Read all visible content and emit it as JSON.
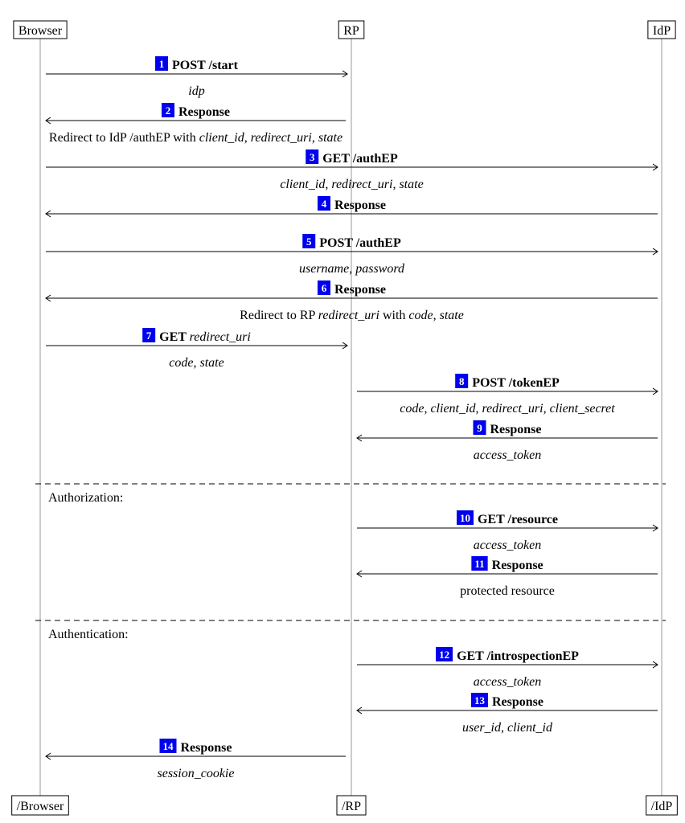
{
  "participants_top": [
    {
      "id": "browser",
      "label": "Browser"
    },
    {
      "id": "rp",
      "label": "RP"
    },
    {
      "id": "idp",
      "label": "IdP"
    }
  ],
  "participants_bottom": [
    {
      "id": "browser",
      "label": "/Browser"
    },
    {
      "id": "rp",
      "label": "/RP"
    },
    {
      "id": "idp",
      "label": "/IdP"
    }
  ],
  "sections": [
    {
      "label": "Authorization:"
    },
    {
      "label": "Authentication:"
    }
  ],
  "messages": [
    {
      "num": "1",
      "title": [
        {
          "t": "POST /start",
          "s": "b"
        }
      ],
      "from": "browser",
      "to": "rp",
      "sub": [
        {
          "t": "idp",
          "i": true
        }
      ]
    },
    {
      "num": "2",
      "title": [
        {
          "t": "Response",
          "s": "b"
        }
      ],
      "from": "rp",
      "to": "browser",
      "sub": [
        {
          "t": "Redirect to IdP /authEP with "
        },
        {
          "t": "client_id",
          "i": true
        },
        {
          "t": ", "
        },
        {
          "t": "redirect_uri",
          "i": true
        },
        {
          "t": ", "
        },
        {
          "t": "state",
          "i": true
        }
      ]
    },
    {
      "num": "3",
      "title": [
        {
          "t": "GET /authEP",
          "s": "b"
        }
      ],
      "from": "browser",
      "to": "idp",
      "sub": [
        {
          "t": "client_id",
          "i": true
        },
        {
          "t": ", "
        },
        {
          "t": "redirect_uri",
          "i": true
        },
        {
          "t": ", "
        },
        {
          "t": "state",
          "i": true
        }
      ]
    },
    {
      "num": "4",
      "title": [
        {
          "t": "Response",
          "s": "b"
        }
      ],
      "from": "idp",
      "to": "browser",
      "sub": []
    },
    {
      "num": "5",
      "title": [
        {
          "t": "POST /authEP",
          "s": "b"
        }
      ],
      "from": "browser",
      "to": "idp",
      "sub": [
        {
          "t": "username",
          "i": true
        },
        {
          "t": ", "
        },
        {
          "t": "password",
          "i": true
        }
      ]
    },
    {
      "num": "6",
      "title": [
        {
          "t": "Response",
          "s": "b"
        }
      ],
      "from": "idp",
      "to": "browser",
      "sub": [
        {
          "t": "Redirect to RP "
        },
        {
          "t": "redirect_uri",
          "i": true
        },
        {
          "t": " with "
        },
        {
          "t": "code",
          "i": true
        },
        {
          "t": ", "
        },
        {
          "t": "state",
          "i": true
        }
      ]
    },
    {
      "num": "7",
      "title": [
        {
          "t": "GET ",
          "s": "b"
        },
        {
          "t": "redirect_uri",
          "s": "i"
        }
      ],
      "from": "browser",
      "to": "rp",
      "sub": [
        {
          "t": "code",
          "i": true
        },
        {
          "t": ", "
        },
        {
          "t": "state",
          "i": true
        }
      ]
    },
    {
      "num": "8",
      "title": [
        {
          "t": "POST /tokenEP",
          "s": "b"
        }
      ],
      "from": "rp",
      "to": "idp",
      "sub": [
        {
          "t": "code",
          "i": true
        },
        {
          "t": ", "
        },
        {
          "t": "client_id",
          "i": true
        },
        {
          "t": ", "
        },
        {
          "t": "redirect_uri",
          "i": true
        },
        {
          "t": ", "
        },
        {
          "t": "client_secret",
          "i": true
        }
      ]
    },
    {
      "num": "9",
      "title": [
        {
          "t": "Response",
          "s": "b"
        }
      ],
      "from": "idp",
      "to": "rp",
      "sub": [
        {
          "t": "access_token",
          "i": true
        }
      ]
    },
    {
      "num": "10",
      "title": [
        {
          "t": "GET /resource",
          "s": "b"
        }
      ],
      "from": "rp",
      "to": "idp",
      "sub": [
        {
          "t": "access_token",
          "i": true
        }
      ]
    },
    {
      "num": "11",
      "title": [
        {
          "t": "Response",
          "s": "b"
        }
      ],
      "from": "idp",
      "to": "rp",
      "sub": [
        {
          "t": "protected resource"
        }
      ]
    },
    {
      "num": "12",
      "title": [
        {
          "t": "GET /introspectionEP",
          "s": "b"
        }
      ],
      "from": "rp",
      "to": "idp",
      "sub": [
        {
          "t": "access_token",
          "i": true
        }
      ]
    },
    {
      "num": "13",
      "title": [
        {
          "t": "Response",
          "s": "b"
        }
      ],
      "from": "idp",
      "to": "rp",
      "sub": [
        {
          "t": "user_id",
          "i": true
        },
        {
          "t": ", "
        },
        {
          "t": "client_id",
          "i": true
        }
      ]
    },
    {
      "num": "14",
      "title": [
        {
          "t": "Response",
          "s": "b"
        }
      ],
      "from": "rp",
      "to": "browser",
      "sub": [
        {
          "t": "session_cookie",
          "i": true
        }
      ]
    }
  ],
  "colors": {
    "badge": "#0000ee",
    "lifeline": "#9a9a9a"
  }
}
